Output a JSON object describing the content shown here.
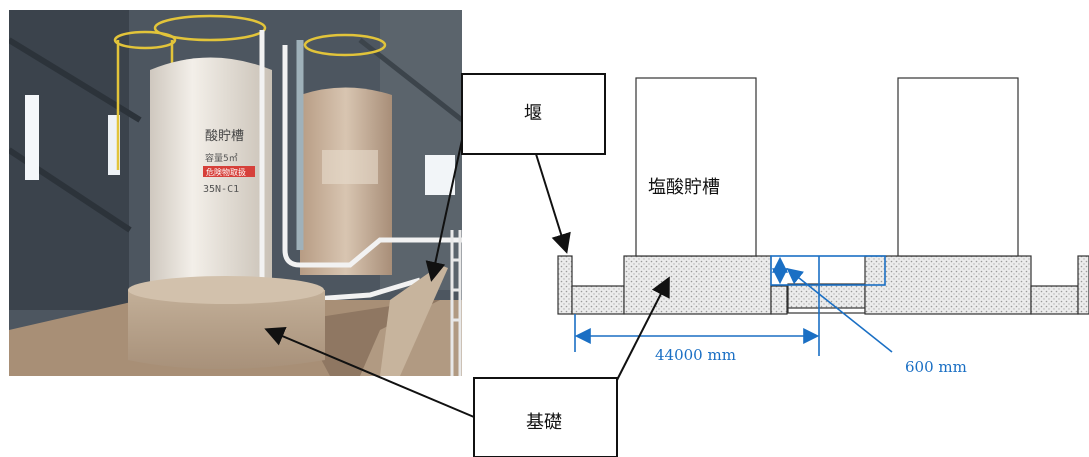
{
  "labels": {
    "weir": "堰",
    "foundation": "基礎",
    "tank": "塩酸貯槽"
  },
  "dimensions": {
    "width": "44000 mm",
    "height": "600 mm"
  },
  "photo_text": {
    "tank_name": "酸貯槽",
    "capacity": "容量5㎥",
    "warning": "危険物取扱",
    "code": "35N-C1"
  },
  "colors": {
    "dimension": "#1a6fc4",
    "tank_body": "#ece7e0",
    "concrete": "#b8a48c",
    "stipple": "#e4e4e4",
    "frame": "#111111"
  }
}
